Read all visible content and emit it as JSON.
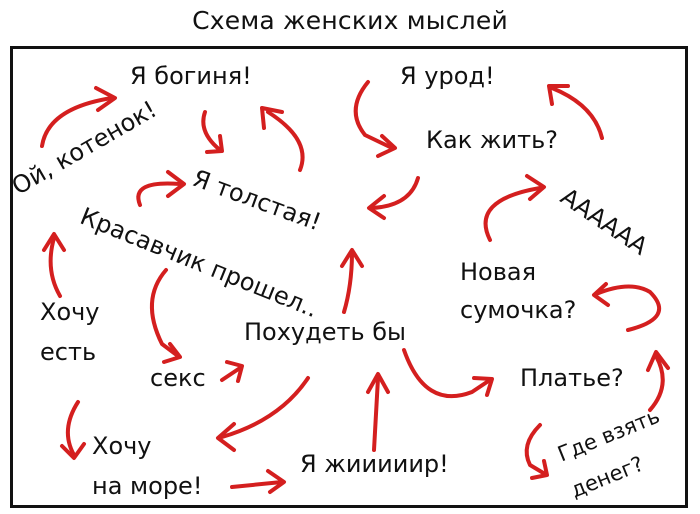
{
  "title": "Схема женских мыслей",
  "nodes": {
    "goddess": "Я богиня!",
    "ugly": "Я урод!",
    "how_to_live": "Как жить?",
    "aaaa": "АААААА",
    "oh_kitten": "Ой, котенок!",
    "fat": "Я толстая!",
    "handsome_passed": "Красавчик прошел..",
    "new_bag": [
      "Новая",
      "сумочка?"
    ],
    "want_eat": [
      "Хочу",
      "есть"
    ],
    "sex": "секс",
    "lose_weight": "Похудеть бы",
    "dress": "Платье?",
    "want_sea": [
      "Хочу",
      "на море!"
    ],
    "getting_fat": "Я жииииир!",
    "where_money": [
      "Где взять",
      "денег?"
    ]
  },
  "colors": {
    "arrow": "#d41f1f",
    "text": "#111111",
    "frame": "#111111"
  }
}
